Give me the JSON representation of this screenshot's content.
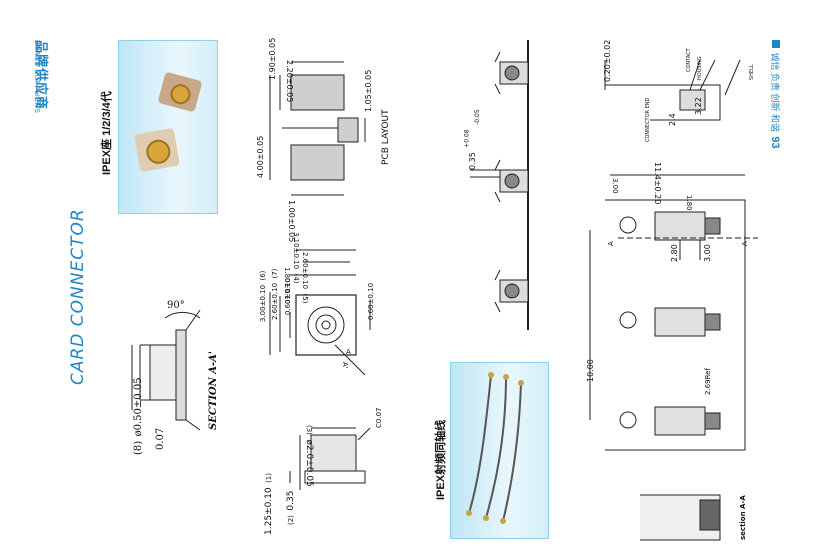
{
  "brand": {
    "title_zh": "品牌供应商",
    "title_en": "BRAND SUPPLIERS"
  },
  "card_title": "CARD CONNECTOR",
  "products": {
    "ipex_label": "IPEX座 1/2/3/4代",
    "cable_label": "IPEX射频同轴线"
  },
  "section_drawing": {
    "angle": "90°",
    "dia": "ø0.50±0.05",
    "dia_note": "(8)",
    "depth": "0.07",
    "caption": "SECTION A-A'"
  },
  "side_drawing": {
    "d_top": "ø2.0±0.05",
    "d_top_note": "(3)",
    "c007": "C0.07",
    "h_total": "1.25±0.10",
    "h_total_note": "(1)",
    "h_base": "0.35",
    "h_base_note": "(2)"
  },
  "top_view": {
    "w_outer": "3.10±0.10",
    "w_outer_note": "(4)",
    "w_inner": "2.60±0.10",
    "w_inner_note": "(5)",
    "w_small": "1.80±0.10",
    "h_outer": "3.00±0.10",
    "h_outer_note": "(6)",
    "h_inner": "2.60±0.10",
    "h_inner_note": "(7)",
    "h_c": "0.60±0.10",
    "h_d": "0.60±0.10",
    "a_label": "A",
    "a2_label": "A'"
  },
  "pcb_layout": {
    "w1": "2.20±0.05",
    "h1": "1.90±0.05",
    "h2": "4.00±0.05",
    "h3": "1.05±0.05",
    "w2": "1.00±0.05",
    "caption": "PCB LAYOUT"
  },
  "card_side": {
    "gap": "0.35",
    "tol_plus": "+0.08",
    "tol_minus": "-0.05"
  },
  "card_top": {
    "length": "11.4±0.20",
    "d3": "3.00",
    "d18": "1.80",
    "d280": "2.80",
    "d300": "3.00",
    "d1000": "10.00",
    "ref": "2.69Ref",
    "a_left": "A",
    "a_right": "A"
  },
  "section_aa": {
    "t020": "0.20±0.02",
    "contact": "CONTACT",
    "housing": "HOUSING",
    "shell": "SHELL",
    "connector_end": "CONNECTOR END",
    "h24": "2.4",
    "h322": "3.22",
    "caption": "section A-A"
  },
  "slogan": {
    "text": "诚信 负责 创新 和谐",
    "page": "93"
  }
}
